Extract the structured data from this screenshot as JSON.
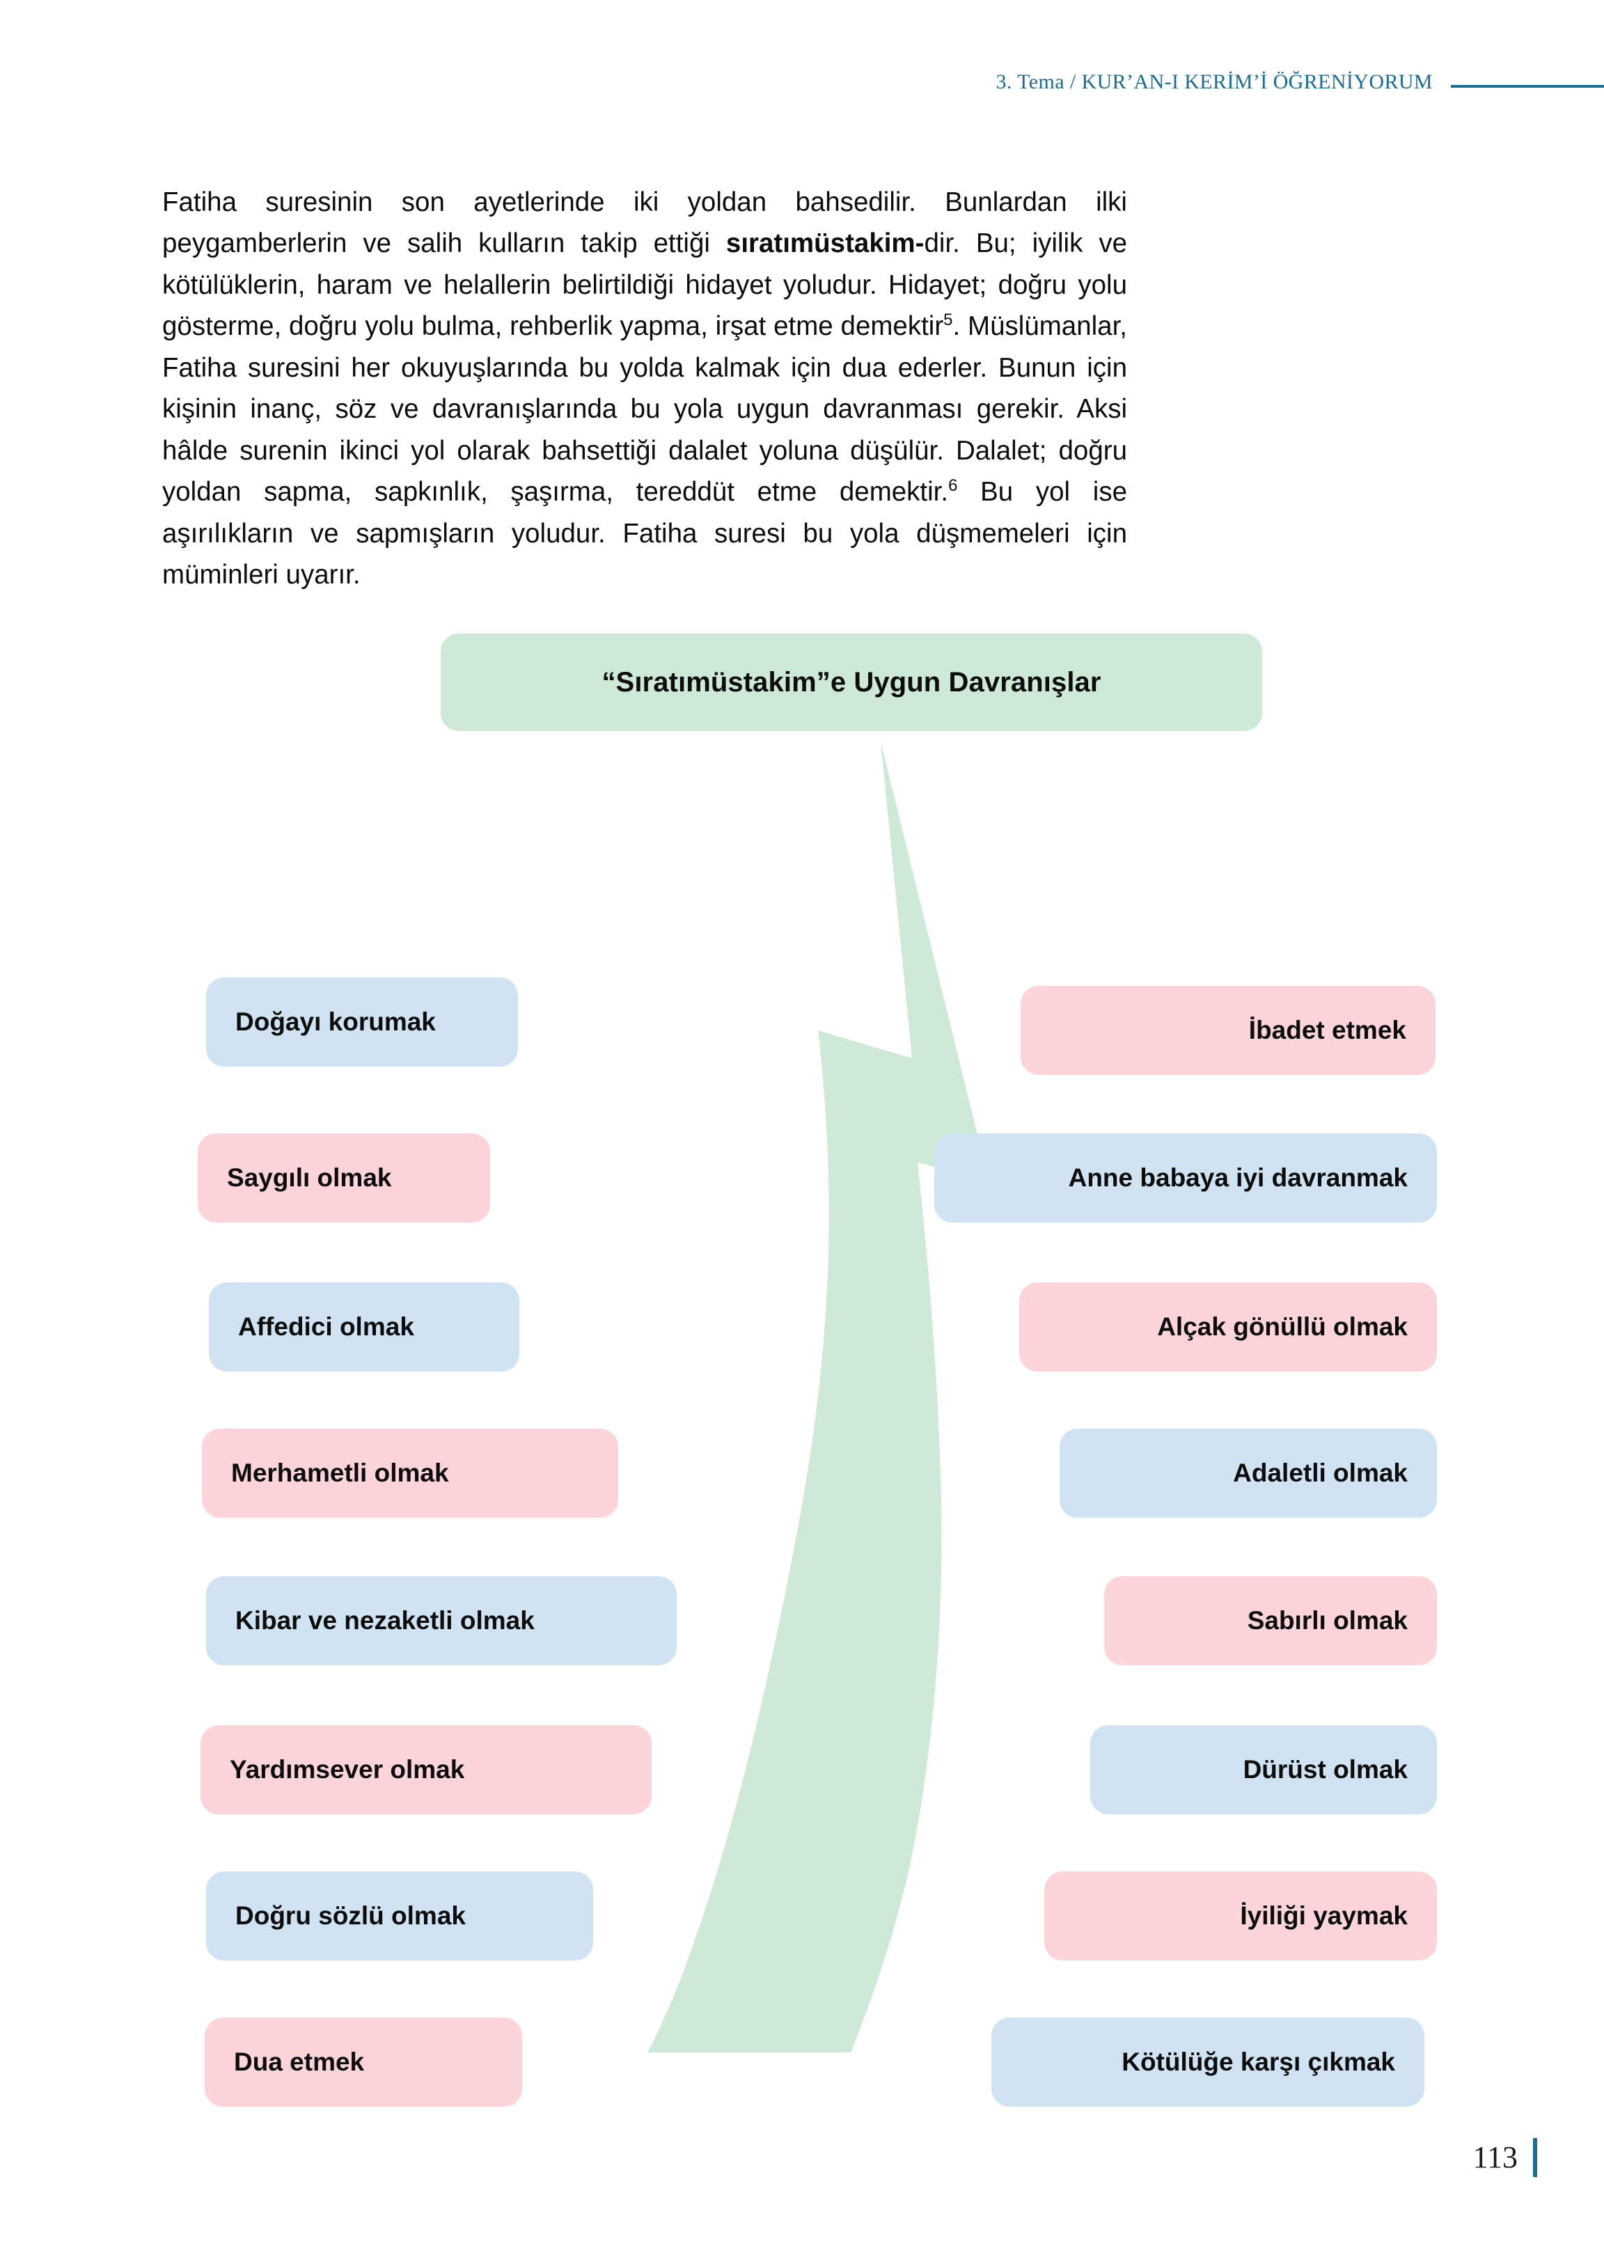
{
  "header": {
    "running_head": "3. Tema / KUR’AN-I KERİM’İ ÖĞRENİYORUM"
  },
  "body": {
    "paragraph_part1": "Fatiha suresinin son ayetlerinde iki yoldan bahsedilir. Bunlardan ilki peygamberlerin ve salih kulların takip ettiği ",
    "bold1": "sıratımüstakim-",
    "paragraph_part2": "dir. Bu; iyilik ve kötülüklerin, haram ve helallerin belirtildiği hidayet yoludur. Hidayet; doğru yolu gösterme, doğru yolu bulma, rehberlik yapma, irşat etme demektir",
    "footnote_marker1": "5",
    "paragraph_part3": ". Müslümanlar, Fatiha suresini her okuyuşlarında bu yolda kalmak için dua ederler. Bunun için kişinin inanç, söz ve davranışlarında bu yola uygun davranması gerekir. Aksi hâlde surenin ikinci yol olarak bahsettiği dalalet yoluna düşülür. Dalalet; doğru yoldan sapma, sapkınlık, şaşırma, tereddüt etme demektir.",
    "footnote_marker2": "6",
    "paragraph_part4": " Bu yol ise aşırılıkların ve sapmışların yoludur. Fatiha suresi bu yola düşmemeleri için müminleri uyarır."
  },
  "diagram": {
    "banner_title": "“Sıratımüstakim”e Uygun Davranışlar",
    "arrow_color": "#cee9d6",
    "colors": {
      "blue": "#cfe3f2",
      "pink": "#fcd5db",
      "green": "#cee9d6",
      "accent_teal": "#1a6c92"
    },
    "left_items": [
      {
        "label": "Doğayı korumak",
        "color": "blue"
      },
      {
        "label": "Saygılı olmak",
        "color": "pink"
      },
      {
        "label": "Affedici olmak",
        "color": "blue"
      },
      {
        "label": "Merhametli olmak",
        "color": "pink"
      },
      {
        "label": "Kibar ve nezaketli olmak",
        "color": "blue"
      },
      {
        "label": "Yardımsever olmak",
        "color": "pink"
      },
      {
        "label": "Doğru sözlü olmak",
        "color": "blue"
      },
      {
        "label": "Dua etmek",
        "color": "pink"
      }
    ],
    "right_items": [
      {
        "label": "İbadet etmek",
        "color": "pink"
      },
      {
        "label": "Anne babaya iyi davranmak",
        "color": "blue"
      },
      {
        "label": "Alçak gönüllü olmak",
        "color": "pink"
      },
      {
        "label": "Adaletli olmak",
        "color": "blue"
      },
      {
        "label": "Sabırlı olmak",
        "color": "pink"
      },
      {
        "label": "Dürüst olmak",
        "color": "blue"
      },
      {
        "label": "İyiliği yaymak",
        "color": "pink"
      },
      {
        "label": "Kötülüğe karşı çıkmak",
        "color": "blue"
      }
    ]
  },
  "footer": {
    "page_number": "113"
  }
}
